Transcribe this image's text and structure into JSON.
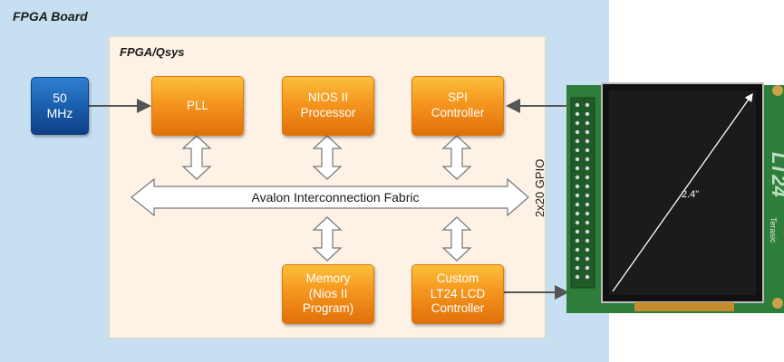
{
  "board": {
    "label": "FPGA Board"
  },
  "fpga": {
    "label": "FPGA/Qsys"
  },
  "clock": {
    "label": "50\nMHz"
  },
  "blocks": {
    "pll": "PLL",
    "nios": "NIOS II\nProcessor",
    "spi": "SPI\nController",
    "memory": "Memory\n(Nios II Program)",
    "lcd": "Custom\nLT24 LCD\nController"
  },
  "fabric": {
    "label": "Avalon Interconnection Fabric"
  },
  "gpio": {
    "label": "2x20 GPIO"
  },
  "lcd_module": {
    "size_label": "2.4\"",
    "brand": "LT24",
    "maker": "Terasic"
  },
  "colors": {
    "board": "#c6e0f2",
    "fpga": "#fdf2e5",
    "block_orange": "#f5961e",
    "clock_blue": "#1b5fae",
    "pcb_green": "#2e7d3a"
  }
}
